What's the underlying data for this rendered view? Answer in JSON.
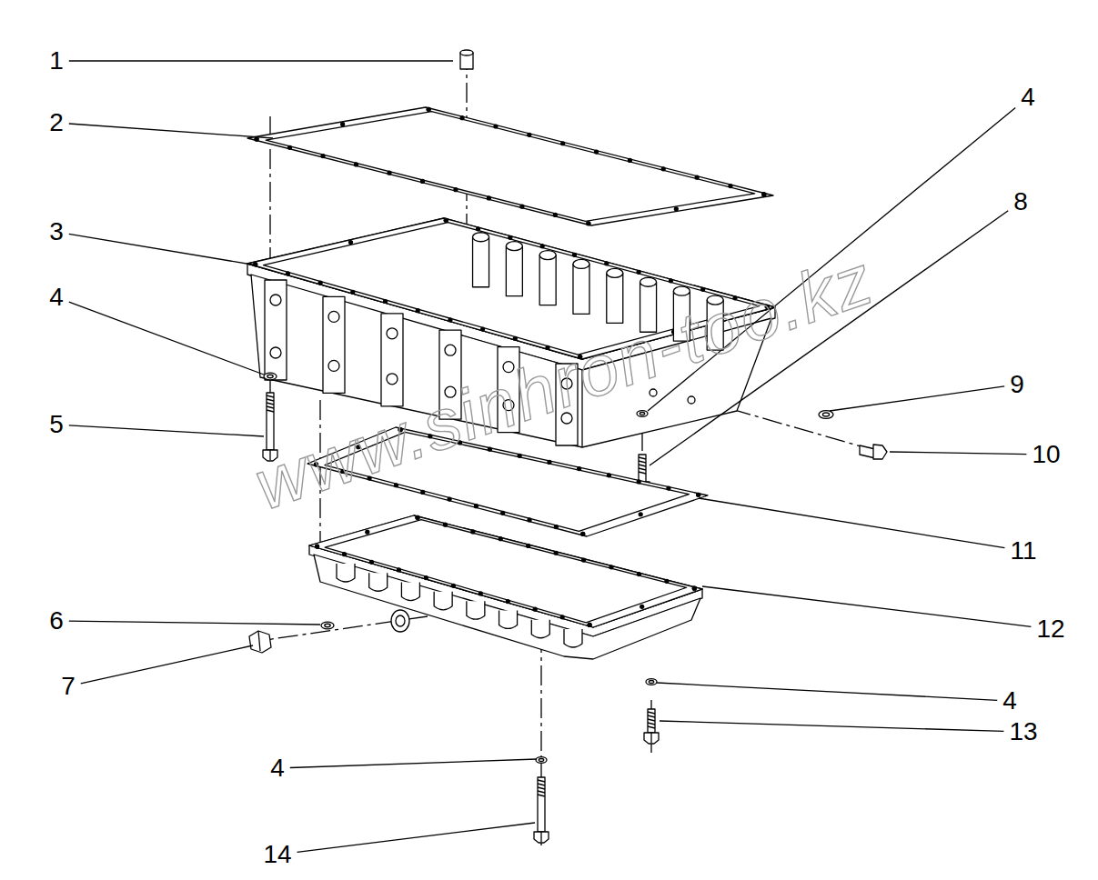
{
  "diagram": {
    "labels": [
      "1",
      "2",
      "4",
      "8",
      "3",
      "4",
      "9",
      "5",
      "10",
      "11",
      "6",
      "12",
      "7",
      "4",
      "13",
      "4",
      "14",
      "www.sinhron-too.kz"
    ]
  }
}
